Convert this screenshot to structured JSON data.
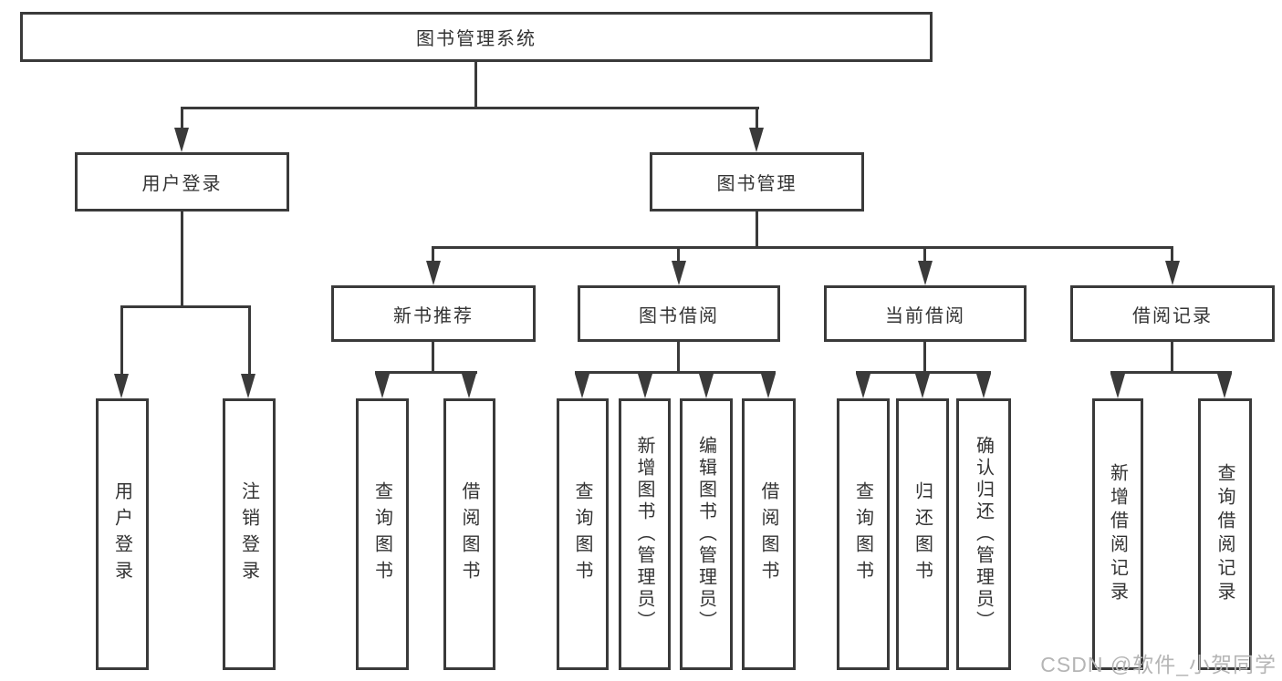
{
  "nodes": {
    "root": "图书管理系统",
    "user_login": "用户登录",
    "book_management": "图书管理",
    "new_book_recommend": "新书推荐",
    "book_borrowing": "图书借阅",
    "current_borrowing": "当前借阅",
    "borrow_records": "借阅记录",
    "leaf_user_login": "用户登录",
    "leaf_logout": "注销登录",
    "leaf_nb_query": "查询图书",
    "leaf_nb_borrow": "借阅图书",
    "leaf_bb_query": "查询图书",
    "leaf_bb_add_admin": "新增图书（管理员）",
    "leaf_bb_edit_admin": "编辑图书（管理员）",
    "leaf_bb_borrow": "借阅图书",
    "leaf_cb_query": "查询图书",
    "leaf_cb_return": "归还图书",
    "leaf_cb_confirm_admin": "确认归还（管理员）",
    "leaf_br_add": "新增借阅记录",
    "leaf_br_query": "查询借阅记录"
  },
  "hierarchy": {
    "图书管理系统": {
      "用户登录": [
        "用户登录",
        "注销登录"
      ],
      "图书管理": {
        "新书推荐": [
          "查询图书",
          "借阅图书"
        ],
        "图书借阅": [
          "查询图书",
          "新增图书（管理员）",
          "编辑图书（管理员）",
          "借阅图书"
        ],
        "当前借阅": [
          "查询图书",
          "归还图书",
          "确认归还（管理员）"
        ],
        "借阅记录": [
          "新增借阅记录",
          "查询借阅记录"
        ]
      }
    }
  },
  "watermark": {
    "text": "CSDN @软件_小贺同学"
  },
  "colors": {
    "line": "#3a3a3a",
    "text": "#333333",
    "watermark": "#b5b5b5",
    "background": "#ffffff"
  }
}
